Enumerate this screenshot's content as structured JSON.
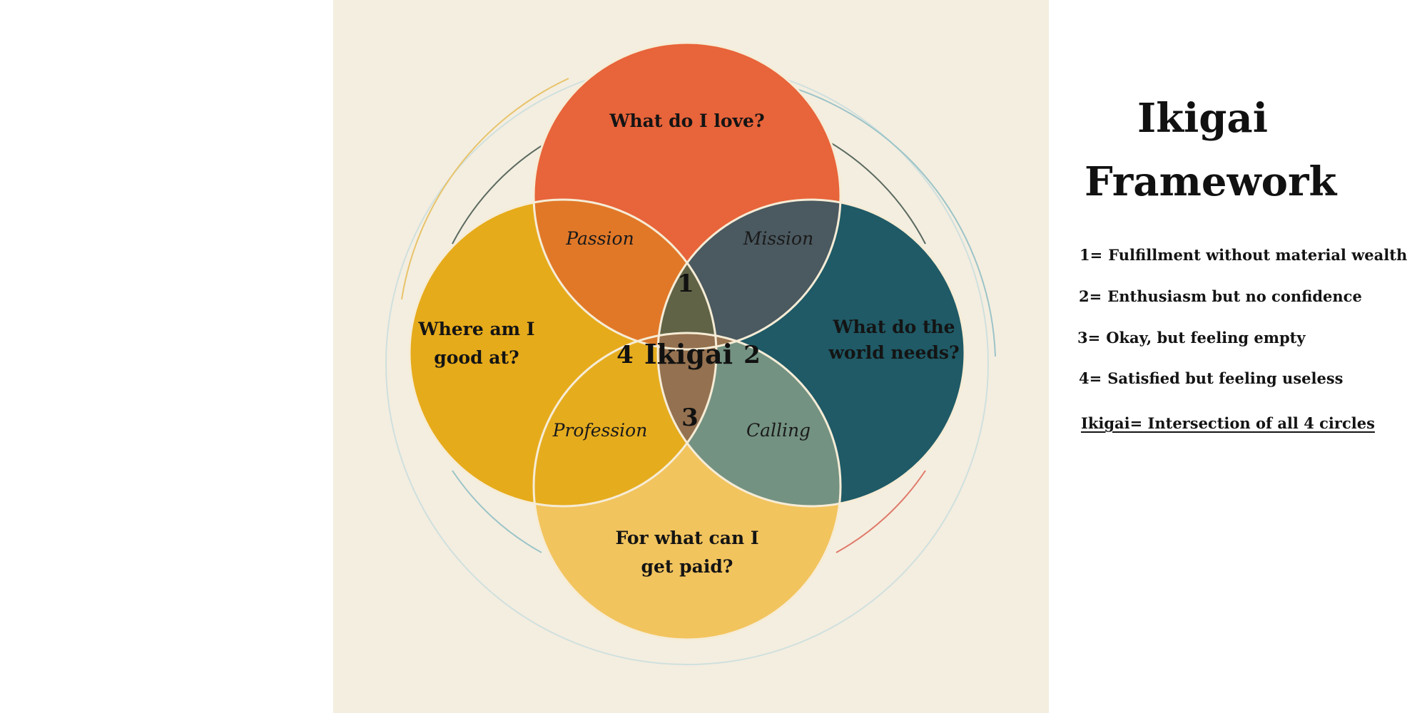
{
  "diagram": {
    "circles": {
      "love": {
        "title": "What do I love?",
        "color": "#e8643a"
      },
      "good_at": {
        "title_lines": [
          "Where am I",
          "good at?"
        ],
        "color": "#e6ab1b"
      },
      "world_needs": {
        "title_lines": [
          "What do the",
          "world needs?"
        ],
        "color": "#1f5a66"
      },
      "paid": {
        "title_lines": [
          "For what can I",
          "get paid?"
        ],
        "color": "#f2c45e"
      }
    },
    "overlaps": {
      "passion": "Passion",
      "mission": "Mission",
      "profession": "Profession",
      "calling": "Calling"
    },
    "numbers": {
      "one": "1",
      "two": "2",
      "three": "3",
      "four": "4"
    },
    "center": "Ikigai",
    "background_color": "#f4eee0"
  },
  "side": {
    "title_line_1": "Ikigai",
    "title_line_2": "Framework",
    "legend": [
      {
        "key": "1=",
        "text": "Fulfillment without material wealth"
      },
      {
        "key": "2=",
        "text": "Enthusiasm but no confidence"
      },
      {
        "key": "3=",
        "text": "Okay, but feeling empty"
      },
      {
        "key": "4=",
        "text": "Satisfied but feeling useless"
      }
    ],
    "definition": "Ikigai=  Intersection of all 4 circles"
  }
}
